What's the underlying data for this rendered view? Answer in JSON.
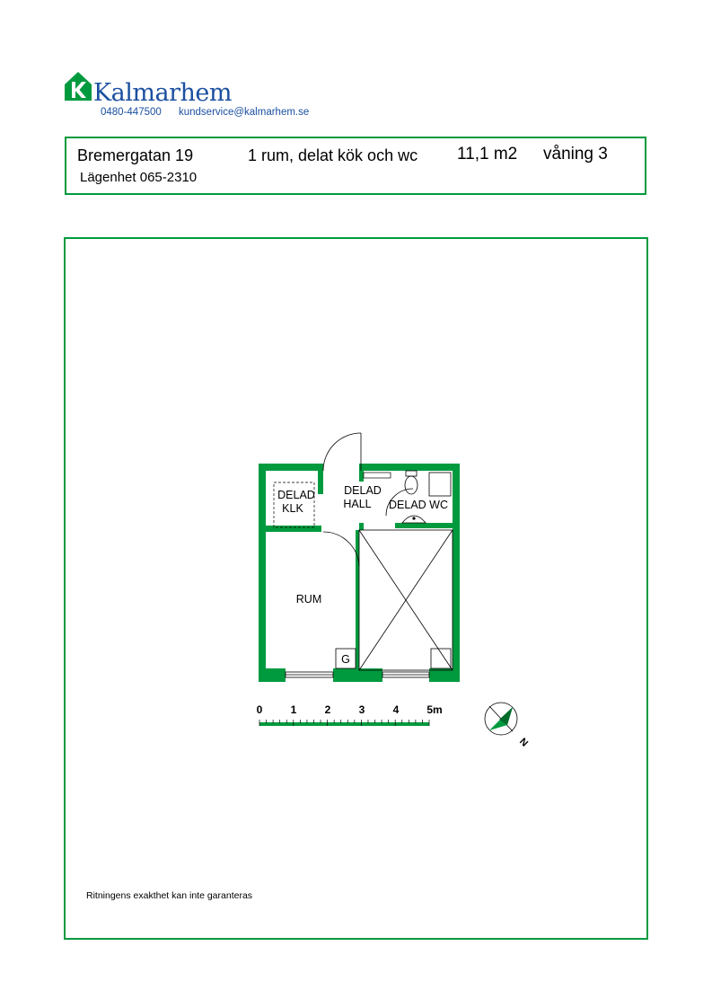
{
  "header": {
    "brand": "Kalmarhem",
    "phone": "0480-447500",
    "email": "kundservice@kalmarhem.se"
  },
  "apartment": {
    "address": "Bremergatan 19",
    "description": "1 rum, delat kök och wc",
    "area": "11,1 m2",
    "floor": "våning 3",
    "number": "Lägenhet 065-2310"
  },
  "plan": {
    "rooms": {
      "kitchen": [
        "DELAD",
        "KLK"
      ],
      "hall": [
        "DELAD",
        "HALL"
      ],
      "wc": "DELAD WC",
      "room": "RUM",
      "g": "G"
    },
    "scale_labels": [
      "0",
      "1",
      "2",
      "3",
      "4",
      "5m"
    ],
    "north": "N"
  },
  "colors": {
    "wall": "#009a3e",
    "brand": "#1b4fa0",
    "border": "#009a3e"
  },
  "footer": {
    "disclaimer": "Ritningens exakthet kan inte garanteras"
  }
}
